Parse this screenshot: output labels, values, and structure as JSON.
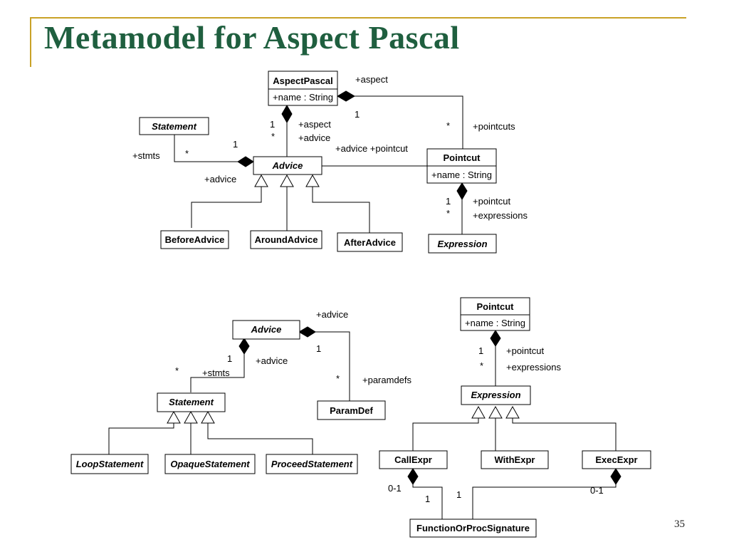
{
  "slide": {
    "title": "Metamodel for Aspect Pascal",
    "page_number": "35"
  },
  "classes": {
    "aspectpascal": {
      "name": "AspectPascal",
      "attribute": "+name : String"
    },
    "statement_top": {
      "name": "Statement"
    },
    "advice_top": {
      "name": "Advice"
    },
    "pointcut_top": {
      "name": "Pointcut",
      "attribute": "+name : String"
    },
    "beforeadvice": {
      "name": "BeforeAdvice"
    },
    "aroundadvice": {
      "name": "AroundAdvice"
    },
    "afteradvice": {
      "name": "AfterAdvice"
    },
    "expression_top": {
      "name": "Expression"
    },
    "advice_bottom": {
      "name": "Advice"
    },
    "paramdef": {
      "name": "ParamDef"
    },
    "statement_bottom": {
      "name": "Statement"
    },
    "loopstatement": {
      "name": "LoopStatement"
    },
    "opaquestatement": {
      "name": "OpaqueStatement"
    },
    "proceedstatement": {
      "name": "ProceedStatement"
    },
    "pointcut_bottom": {
      "name": "Pointcut",
      "attribute": "+name : String"
    },
    "expression_bottom": {
      "name": "Expression"
    },
    "callexpr": {
      "name": "CallExpr"
    },
    "withexpr": {
      "name": "WithExpr"
    },
    "execexpr": {
      "name": "ExecExpr"
    },
    "signature": {
      "name": "FunctionOrProcSignature"
    }
  },
  "labels": {
    "aspect_role_top": "+aspect",
    "aspect_pointcut_mult_1": "1",
    "pointcut_mult_star": "*",
    "pointcuts_role": "+pointcuts",
    "aspect_advice_mult_1": "1",
    "aspect_advice_mult_star": "*",
    "aspect_role": "+aspect",
    "advice_role": "+advice",
    "advice_pointcut_role": "+advice +pointcut",
    "stmt_mult_1": "1",
    "stmts_role_top": "+stmts",
    "stmts_mult_star": "*",
    "advice_role_left": "+advice",
    "pointcut_expr_mult_1": "1",
    "pointcut_expr_mult_star": "*",
    "pointcut_role": "+pointcut",
    "expressions_role": "+expressions",
    "advice_role_bottom": "+advice",
    "paramdef_mult_1": "1",
    "paramdef_mult_star": "*",
    "paramdefs_role": "+paramdefs",
    "stmts_bottom_mult_1": "1",
    "advice_role_bottom2": "+advice",
    "stmts_bottom_mult_star": "*",
    "stmts_role_bottom": "+stmts",
    "pc2_expr_mult_1": "1",
    "pc2_pointcut_role": "+pointcut",
    "pc2_expr_mult_star": "*",
    "pc2_expressions_role": "+expressions",
    "call_sig_mult_01": "0-1",
    "call_sig_mult_1": "1",
    "exec_sig_mult_1": "1",
    "exec_sig_mult_01": "0-1"
  }
}
